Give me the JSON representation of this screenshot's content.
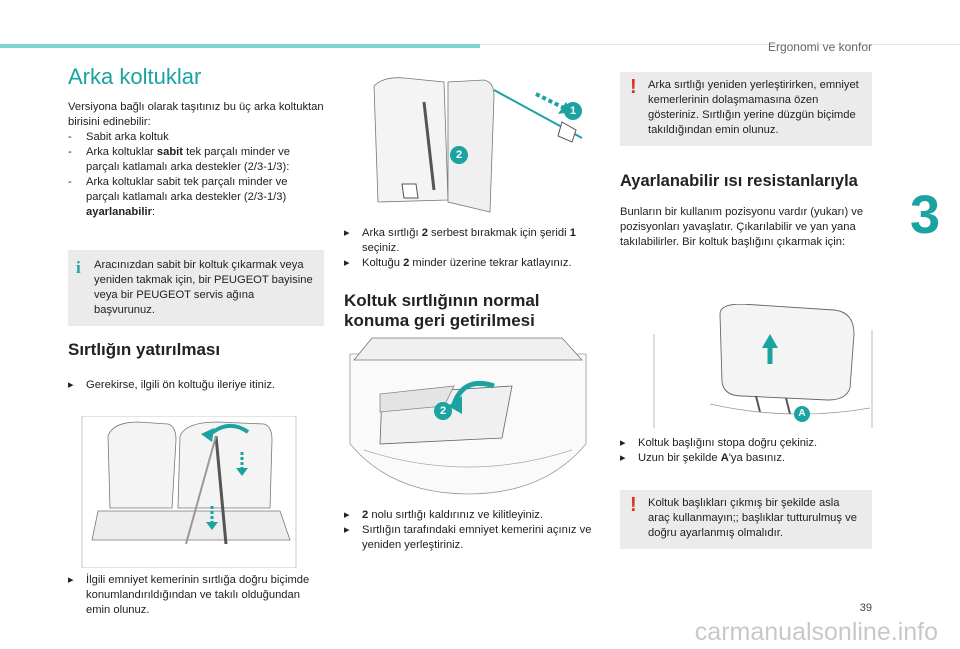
{
  "header": {
    "section_title": "Ergonomi ve konfor"
  },
  "chapter_number": "3",
  "page_number": "39",
  "watermark": "carmanualsonline.info",
  "col1": {
    "title": "Arka koltuklar",
    "intro": "Versiyona bağlı olarak taşıtınız bu üç arka koltuktan birisini edinebilir:",
    "options": [
      {
        "bullet": "-",
        "pre": "Sabit arka koltuk",
        "bold": "",
        "post": ""
      },
      {
        "bullet": "-",
        "pre": "Arka koltuklar ",
        "bold": "sabit",
        "post": " tek parçalı minder ve parçalı katlamalı arka destekler (2/3-1/3):"
      },
      {
        "bullet": "-",
        "pre": "Arka koltuklar sabit tek parçalı minder ve parçalı katlamalı arka destekler (2/3-1/3) ",
        "bold": "ayarlanabilir",
        "post": ":"
      }
    ],
    "info": "Aracınızdan sabit bir koltuk çıkarmak veya yeniden takmak için, bir PEUGEOT bayisine veya bir PEUGEOT servis ağına başvurunuz.",
    "section2_title": "Sırtlığın yatırılması",
    "step1": "Gerekirse, ilgili ön koltuğu ileriye itiniz.",
    "step2": "İlgili emniyet kemerinin sırtlığa doğru biçimde konumlandırıldığından ve takılı olduğundan emin olunuz."
  },
  "col2": {
    "steps_a": [
      {
        "pre": "Arka sırtlığı ",
        "b1": "2",
        "mid": " serbest bırakmak için şeridi ",
        "b2": "1",
        "post": " seçiniz."
      },
      {
        "pre": "Koltuğu ",
        "b1": "2",
        "mid": " minder üzerine tekrar katlayınız.",
        "b2": "",
        "post": ""
      }
    ],
    "section_title": "Koltuk sırtlığının normal konuma geri getirilmesi",
    "steps_b": [
      {
        "pre": "",
        "b1": "2",
        "mid": " nolu sırtlığı kaldırınız ve kilitleyiniz.",
        "b2": "",
        "post": ""
      },
      {
        "pre": "Sırtlığın tarafındaki emniyet kemerini açınız ve yeniden yerleştiriniz.",
        "b1": "",
        "mid": "",
        "b2": "",
        "post": ""
      }
    ],
    "callout_1": "1",
    "callout_2a": "2",
    "callout_2b": "2"
  },
  "col3": {
    "warning1": "Arka sırtlığı yeniden yerleştirirken, emniyet kemerlerinin dolaşmamasına özen gösteriniz. Sırtlığın yerine düzgün biçimde takıldığından emin olunuz.",
    "section_title": "Ayarlanabilir ısı resistanlarıyla",
    "para": "Bunların bir kullanım pozisyonu vardır (yukarı) ve pozisyonları yavaşlatır. Çıkarılabilir ve yan yana takılabilirler. Bir koltuk başlığını çıkarmak için:",
    "steps": [
      {
        "pre": "Koltuk başlığını stopa doğru çekiniz.",
        "b1": "",
        "post": ""
      },
      {
        "pre": "Uzun bir şekilde ",
        "b1": "A",
        "post": "'ya basınız."
      }
    ],
    "callout_A": "A",
    "warning2": "Koltuk başlıkları çıkmış bir şekilde asla araç kullanmayın;; başlıklar tutturulmuş ve doğru ayarlanmış olmalıdır."
  },
  "bullet_glyph": "",
  "colors": {
    "accent": "#1aa3a0",
    "warning": "#dd3322",
    "box": "#ebebeb"
  }
}
